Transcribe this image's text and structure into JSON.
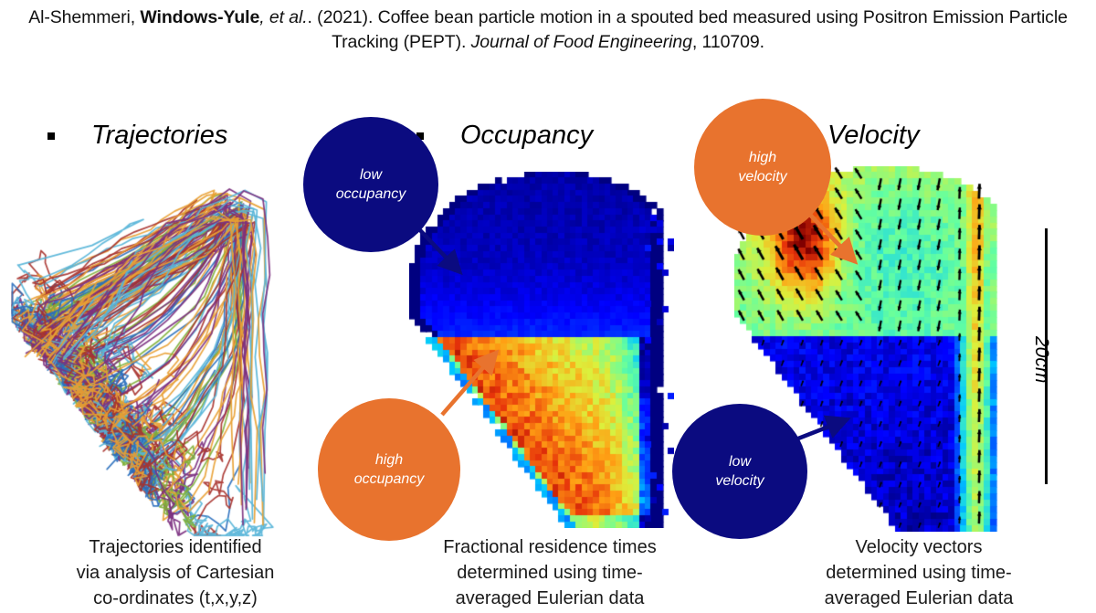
{
  "citation": {
    "authors_plain": "Al-Shemmeri, ",
    "author_bold": "Windows-Yule",
    "etal": "et al",
    "year_and_title": ". (2021). Coffee bean particle motion in a spouted bed measured using Positron Emission Particle Tracking (PEPT). ",
    "journal_italic": "Journal of Food Engineering",
    "pages": ", 110709.",
    "line1": "Al-Shemmeri, Windows-Yule, et al. (2021). Coffee bean particle motion in a spouted bed measured using Positron",
    "line2": "Emission Particle Tracking (PEPT). Journal of Food Engineering, 110709."
  },
  "panels": [
    {
      "id": "trajectories",
      "title": "Trajectories",
      "bullet": "square-bullet-icon",
      "caption": "Trajectories identified via analysis of Cartesian co-ordinates (t,x,y,z)",
      "caption_lines": [
        "Trajectories identified",
        "via analysis of Cartesian",
        "co-ordinates (t,x,y,z)"
      ],
      "callouts": []
    },
    {
      "id": "occupancy",
      "title": "Occupancy",
      "bullet": "square-bullet-icon",
      "caption": "Fractional residence times determined using time-averaged Eulerian data",
      "caption_lines": [
        "Fractional residence times",
        "determined using time-",
        "averaged Eulerian data"
      ],
      "callouts": [
        {
          "id": "low-occupancy",
          "lines": [
            "low",
            "occupancy"
          ],
          "color": "#0b0b80"
        },
        {
          "id": "high-occupancy",
          "lines": [
            "high",
            "occupancy"
          ],
          "color": "#e8732e"
        }
      ]
    },
    {
      "id": "velocity",
      "title": "Velocity",
      "bullet": "square-bullet-icon",
      "caption": "Velocity vectors determined using time-averaged Eulerian data",
      "caption_lines": [
        "Velocity vectors",
        "determined using time-",
        "averaged Eulerian data"
      ],
      "callouts": [
        {
          "id": "high-velocity",
          "lines": [
            "high",
            "velocity"
          ],
          "color": "#e8732e"
        },
        {
          "id": "low-velocity",
          "lines": [
            "low",
            "velocity"
          ],
          "color": "#0b0b80"
        }
      ]
    }
  ],
  "callout_labels": {
    "low_occupancy_line1": "low",
    "low_occupancy_line2": "occupancy",
    "high_occupancy_line1": "high",
    "high_occupancy_line2": "occupancy",
    "high_velocity_line1": "high",
    "high_velocity_line2": "velocity",
    "low_velocity_line1": "low",
    "low_velocity_line2": "velocity"
  },
  "scale_bar": {
    "label": "20cm",
    "length_cm": 20,
    "orientation": "vertical"
  },
  "colors": {
    "navy": "#0b0b80",
    "orange": "#e8732e",
    "text": "#111111",
    "background": "#ffffff",
    "scale_bar": "#000000",
    "vector_arrow": "#000000"
  },
  "chart_data": [
    {
      "type": "line",
      "id": "trajectories-plot",
      "title": "Trajectories",
      "description": "Overlaid PEPT particle trajectories in a spouted bed, plotted as Cartesian paths",
      "n_trajectories": 26,
      "trace_colors": [
        "#a8322c",
        "#e8a033",
        "#7fb03a",
        "#56b4d8",
        "#2a6fbd",
        "#7c3080"
      ],
      "xlabel": "",
      "ylabel": "",
      "xlim": [
        0,
        1
      ],
      "ylim": [
        0,
        1
      ],
      "grid": false,
      "legend": "none",
      "bed_shape": "conical-base-with-cylindrical-top"
    },
    {
      "type": "heatmap",
      "id": "occupancy-map",
      "title": "Occupancy",
      "description": "Fractional residence time field on a Eulerian grid, jet colormap",
      "colormap": "jet",
      "grid_cols": 46,
      "grid_rows": 58,
      "value_range": [
        0,
        1
      ],
      "annotations": [
        {
          "text": "low occupancy",
          "points_to": "dome top region",
          "value_approx": 0.05
        },
        {
          "text": "high occupancy",
          "points_to": "lower-left cone region",
          "value_approx": 0.9
        }
      ],
      "xlabel": "",
      "ylabel": "",
      "grid": false,
      "legend": "none"
    },
    {
      "type": "heatmap",
      "id": "velocity-map",
      "title": "Velocity",
      "description": "Time-averaged Eulerian velocity magnitude field with overlaid velocity vectors, jet colormap",
      "colormap": "jet",
      "grid_cols": 46,
      "grid_rows": 58,
      "value_range": [
        0,
        1
      ],
      "vector_overlay": true,
      "vector_grid_cols": 14,
      "vector_grid_rows": 18,
      "annotations": [
        {
          "text": "high velocity",
          "points_to": "upper-left spout region",
          "value_approx": 0.95
        },
        {
          "text": "low velocity",
          "points_to": "lower-left annulus region",
          "value_approx": 0.05
        }
      ],
      "xlabel": "",
      "ylabel": "",
      "grid": false,
      "legend": "none"
    }
  ]
}
